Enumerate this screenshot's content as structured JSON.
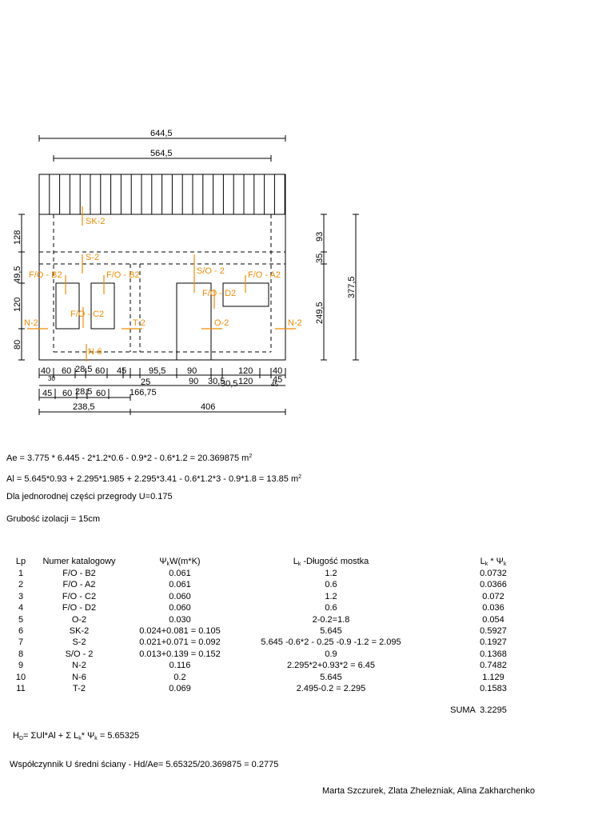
{
  "drawing": {
    "dims_top": [
      "644,5",
      "564,5"
    ],
    "dims_left": [
      "128",
      "49,5",
      "120",
      "80"
    ],
    "dims_right": [
      "93",
      "35",
      "249,5",
      "377,5"
    ],
    "dims_bottom_row1": [
      "40",
      "60",
      "28,5",
      "60",
      "45",
      "95,5",
      "90",
      "120",
      "40"
    ],
    "dims_bottom_row1_small": [
      "30",
      "25",
      "90",
      "30,5",
      "30,5",
      "120",
      "45",
      "45"
    ],
    "dims_bottom_row2": [
      "45",
      "60",
      "28,5",
      "60",
      "166,75"
    ],
    "dims_bottom_row3": [
      "238,5",
      "406"
    ],
    "labels": [
      "SK-2",
      "S-2",
      "F/O - B2",
      "F/O - B2",
      "S/O - 2",
      "F/O - A2",
      "F/O - D2",
      "F/O - C2",
      "N-2",
      "T-2",
      "O-2",
      "N-2",
      "N-6"
    ],
    "label_color": "#f08c00"
  },
  "calc": {
    "ae_text": "Ae = 3.775 * 6.445 - 2*1.2*0.6 - 0.9*2 - 0.6*1.2 = 20.369875 m",
    "ae_sup": "2",
    "al_text": "Al = 5.645*0.93 + 2.295*1.985 + 2.295*3.41 - 0.6*1.2*3 - 0.9*1.8 = 13.85 m",
    "al_sup": "2",
    "u_text": "Dla jednorodnej części przegrody U=0.175",
    "ins_text": "Grubość izolacji = 15cm"
  },
  "table": {
    "headers": {
      "lp": "Lp",
      "cat": "Numer katalogowy",
      "psi_a": "Ψ",
      "psi_sub": "k",
      "psi_b": "W(m*K)",
      "len_a": "L",
      "len_sub": "k",
      "len_b": " -Długość mostka",
      "prod_a": "L",
      "prod_sub1": "k",
      "prod_b": " * Ψ",
      "prod_sub2": "k"
    },
    "rows": [
      {
        "lp": "1",
        "cat": "F/O - B2",
        "psi": "0.061",
        "len": "1.2",
        "prod": "0.0732"
      },
      {
        "lp": "2",
        "cat": "F/O - A2",
        "psi": "0.061",
        "len": "0.6",
        "prod": "0.0366"
      },
      {
        "lp": "3",
        "cat": "F/O - C2",
        "psi": "0.060",
        "len": "1.2",
        "prod": "0.072"
      },
      {
        "lp": "4",
        "cat": "F/O - D2",
        "psi": "0.060",
        "len": "0.6",
        "prod": "0.036"
      },
      {
        "lp": "5",
        "cat": "O-2",
        "psi": "0.030",
        "len": "2-0.2=1.8",
        "prod": "0.054"
      },
      {
        "lp": "6",
        "cat": "SK-2",
        "psi": "0.024+0.081 = 0.105",
        "len": "5.645",
        "prod": "0.5927"
      },
      {
        "lp": "7",
        "cat": "S-2",
        "psi": "0.021+0.071 = 0.092",
        "len": "5.645 -0.6*2 - 0.25 -0.9 -1.2 = 2.095",
        "prod": "0.1927"
      },
      {
        "lp": "8",
        "cat": "S/O - 2",
        "psi": "0.013+0.139 = 0.152",
        "len": "0.9",
        "prod": "0.1368"
      },
      {
        "lp": "9",
        "cat": "N-2",
        "psi": "0.116",
        "len": "2.295*2+0.93*2 = 6.45",
        "prod": "0.7482"
      },
      {
        "lp": "10",
        "cat": "N-6",
        "psi": "0.2",
        "len": "5.645",
        "prod": "1.129"
      },
      {
        "lp": "11",
        "cat": "T-2",
        "psi": "0.069",
        "len": "2.495-0.2 = 2.295",
        "prod": "0.1583"
      }
    ],
    "suma_label": "SUMA",
    "suma_value": "3.2295"
  },
  "summary": {
    "hd_a": "H",
    "hd_sub": "D",
    "hd_b": "= ΣUl*Al +  Σ L",
    "hd_sub2": "k",
    "hd_c": "* Ψ",
    "hd_sub3": "k",
    "hd_d": " = 5.65325",
    "u_avg": "Współczynnik U średni ściany - Hd/Ae= 5.65325/20.369875 = 0.2775",
    "authors": "Marta Szczurek, Zlata Zhelezniak, Alina Zakharchenko"
  }
}
